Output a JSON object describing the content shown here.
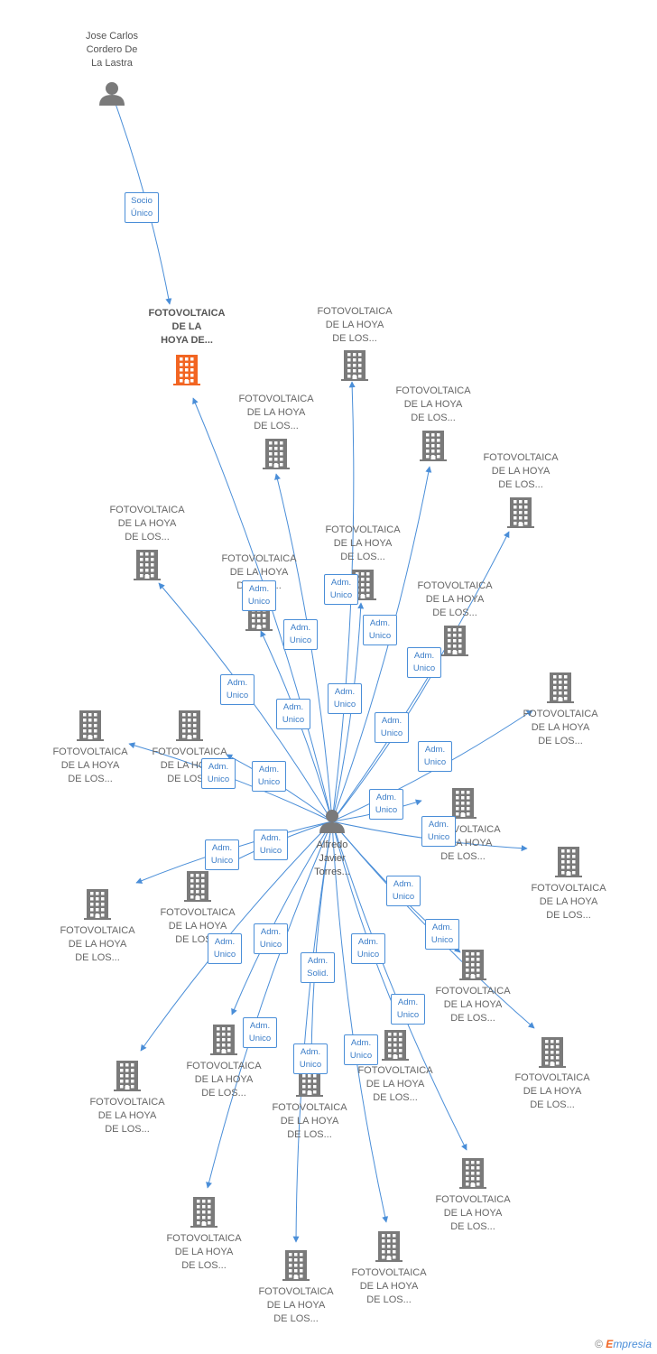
{
  "colors": {
    "edge": "#4a8ed8",
    "company": "#7a7a7a",
    "main_company": "#f26522",
    "person": "#7a7a7a"
  },
  "people": [
    {
      "id": "p1",
      "name": "Jose Carlos\nCordero De\nLa Lastra"
    },
    {
      "id": "p2",
      "name": "Alfredo\nJavier\nTorres..."
    }
  ],
  "main_company": {
    "id": "c0",
    "name": "FOTOVOLTAICA\nDE LA\nHOYA DE..."
  },
  "company_label": "FOTOVOLTAICA\nDE LA HOYA\nDE LOS...",
  "roles": {
    "socio_unico": "Socio\nÚnico",
    "adm_unico": "Adm.\nUnico",
    "adm_solid": "Adm.\nSolid."
  },
  "footer": {
    "copyright": "©",
    "brand_e": "E",
    "brand_rest": "mpresia"
  }
}
